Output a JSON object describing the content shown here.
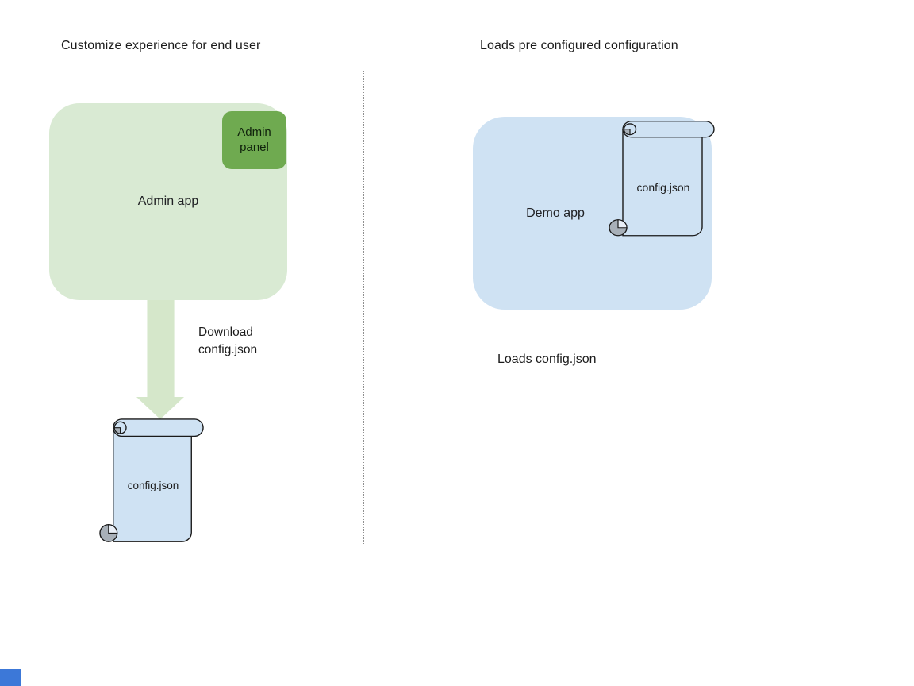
{
  "left": {
    "title": "Customize experience for end user",
    "app_label": "Admin app",
    "panel_label": "Admin panel",
    "arrow_caption": "Download config.json",
    "file_label": "config.json"
  },
  "right": {
    "title": "Loads pre configured configuration",
    "app_label": "Demo app",
    "file_label": "config.json",
    "caption": "Loads config.json"
  },
  "colors": {
    "admin_app_fill": "#d9ead3",
    "admin_panel_fill": "#6faa50",
    "arrow_fill": "#d5e7ca",
    "file_fill": "#cfe2f3",
    "demo_app_fill": "#cfe2f3",
    "curl_gray": "#a8b0b8",
    "outline": "#1a1a1a",
    "divider": "#8f8f8f",
    "stray_square": "#3c78d8"
  }
}
